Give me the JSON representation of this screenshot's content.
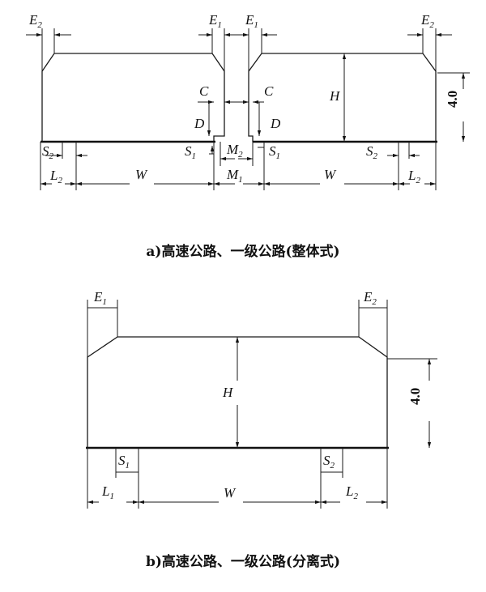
{
  "diagram_a": {
    "caption": "a)高速公路、一级公路(整体式)",
    "labels": {
      "E1": "E",
      "E1_sub": "1",
      "E2": "E",
      "E2_sub": "2",
      "C": "C",
      "D": "D",
      "H": "H",
      "S1": "S",
      "S1_sub": "1",
      "S2": "S",
      "S2_sub": "2",
      "L2": "L",
      "L2_sub": "2",
      "W": "W",
      "M1": "M",
      "M1_sub": "1",
      "M2": "M",
      "M2_sub": "2",
      "height_value": "4.0"
    }
  },
  "diagram_b": {
    "caption": "b)高速公路、一级公路(分离式)",
    "labels": {
      "E1": "E",
      "E1_sub": "1",
      "E2": "E",
      "E2_sub": "2",
      "H": "H",
      "S1": "S",
      "S1_sub": "1",
      "S2": "S",
      "S2_sub": "2",
      "L1": "L",
      "L1_sub": "1",
      "L2": "L",
      "L2_sub": "2",
      "W": "W",
      "height_value": "4.0"
    }
  }
}
